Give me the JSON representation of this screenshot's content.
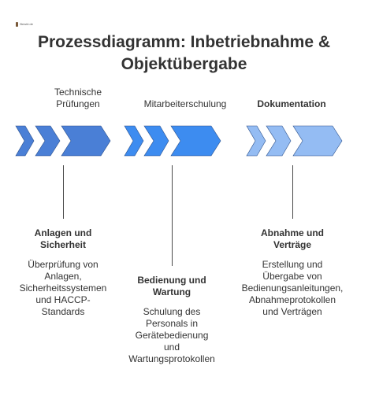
{
  "logo": {
    "icon": "brand-logo-icon",
    "text": "Bewirt.de"
  },
  "title": {
    "line1": "Prozessdiagramm: Inbetriebnahme &",
    "line2": "Objektübergabe"
  },
  "stages": [
    {
      "label_lines": [
        "Technische",
        "Prüfungen"
      ],
      "label_bold": false,
      "colors": [
        "#4a7fd6",
        "#4a7fd6",
        "#4a7fd6"
      ],
      "title_lines": [
        "Anlagen und",
        "Sicherheit"
      ],
      "desc_lines": [
        "Überprüfung von",
        "Anlagen,",
        "Sicherheitssystemen",
        "und HACCP-",
        "Standards"
      ]
    },
    {
      "label_lines": [
        "Mitarbeiterschulung"
      ],
      "label_bold": false,
      "colors": [
        "#3d8cf0",
        "#3d8cf0",
        "#3d8cf0"
      ],
      "title_lines": [
        "Bedienung und",
        "Wartung"
      ],
      "desc_lines": [
        "Schulung des",
        "Personals in",
        "Gerätebedienung",
        "und",
        "Wartungsprotokollen"
      ]
    },
    {
      "label_lines": [
        "Dokumentation"
      ],
      "label_bold": true,
      "colors": [
        "#94bcf3",
        "#94bcf3",
        "#94bcf3"
      ],
      "title_lines": [
        "Abnahme und",
        "Verträge"
      ],
      "desc_lines": [
        "Erstellung und",
        "Übergabe von",
        "Bedienungsanleitungen,",
        "Abnahmeprotokollen",
        "und Verträgen"
      ]
    }
  ]
}
